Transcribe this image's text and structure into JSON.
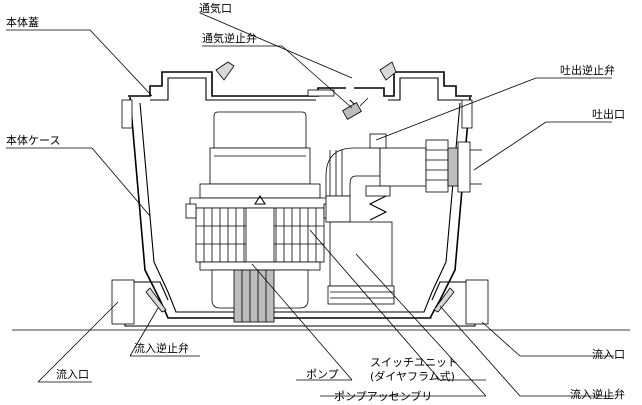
{
  "labels": {
    "vent": "通気口",
    "lid": "本体蓋",
    "vent_check_valve": "通気逆止弁",
    "discharge_check_valve": "吐出逆止弁",
    "discharge_port": "吐出口",
    "body_case": "本体ケース",
    "inlet_check_valve_left": "流入逆止弁",
    "inlet_left": "流入口",
    "inlet_right": "流入口",
    "inlet_check_valve_right": "流入逆止弁",
    "switch_unit": "スイッチユニット",
    "switch_unit_sub": "(ダイヤフラム式)",
    "pump": "ポンプ",
    "pump_assembly": "ポンプアッセンブリ"
  }
}
